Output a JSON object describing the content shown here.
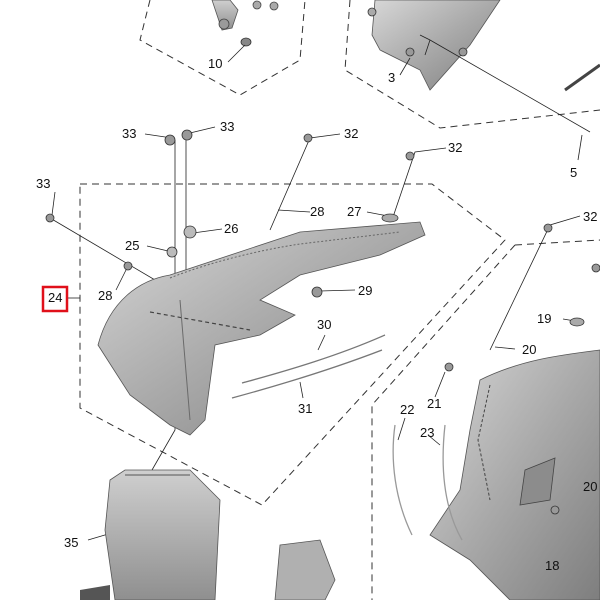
{
  "diagram": {
    "callouts": [
      {
        "id": "c10",
        "text": "10"
      },
      {
        "id": "c3",
        "text": "3"
      },
      {
        "id": "c5",
        "text": "5"
      },
      {
        "id": "c33a",
        "text": "33"
      },
      {
        "id": "c33b",
        "text": "33"
      },
      {
        "id": "c33c",
        "text": "33"
      },
      {
        "id": "c32a",
        "text": "32"
      },
      {
        "id": "c32b",
        "text": "32"
      },
      {
        "id": "c32c",
        "text": "32"
      },
      {
        "id": "c28a",
        "text": "28"
      },
      {
        "id": "c28b",
        "text": "28"
      },
      {
        "id": "c27",
        "text": "27"
      },
      {
        "id": "c26",
        "text": "26"
      },
      {
        "id": "c25",
        "text": "25"
      },
      {
        "id": "c24",
        "text": "24"
      },
      {
        "id": "c29",
        "text": "29"
      },
      {
        "id": "c30",
        "text": "30"
      },
      {
        "id": "c31",
        "text": "31"
      },
      {
        "id": "c19",
        "text": "19"
      },
      {
        "id": "c20",
        "text": "20"
      },
      {
        "id": "c21",
        "text": "21"
      },
      {
        "id": "c22",
        "text": "22"
      },
      {
        "id": "c23",
        "text": "23"
      },
      {
        "id": "c35",
        "text": "35"
      },
      {
        "id": "c18",
        "text": "18"
      },
      {
        "id": "c20b",
        "text": "20"
      }
    ],
    "highlighted_part": "24",
    "colors": {
      "highlight": "#e0101a",
      "line": "#222222",
      "part_fill": "#b9b9b9",
      "part_dark": "#8a8a8a"
    }
  }
}
